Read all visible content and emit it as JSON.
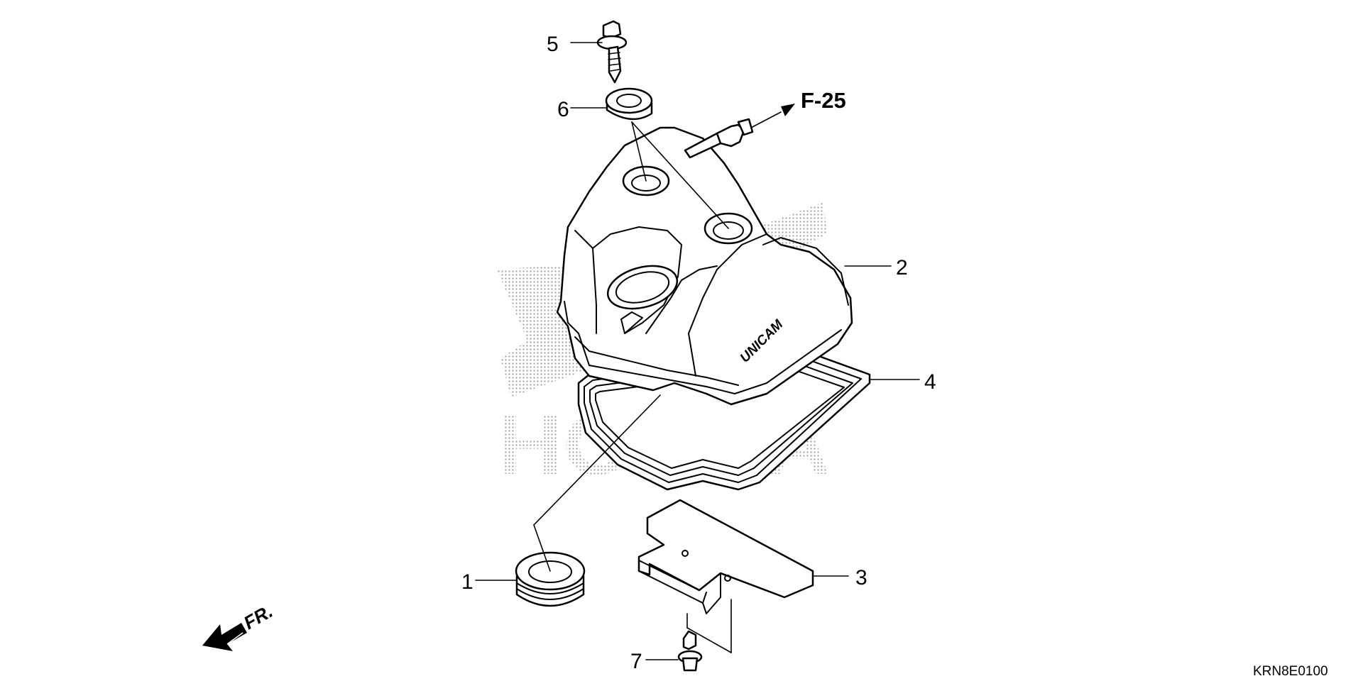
{
  "diagram": {
    "parts": [
      {
        "number": "1",
        "name": "grommet"
      },
      {
        "number": "2",
        "name": "cylinder head cover"
      },
      {
        "number": "3",
        "name": "plate"
      },
      {
        "number": "4",
        "name": "cover gasket"
      },
      {
        "number": "5",
        "name": "bolt"
      },
      {
        "number": "6",
        "name": "washer seal"
      },
      {
        "number": "7",
        "name": "bolt"
      }
    ],
    "cover_label": "UNICAM",
    "reference": "F-25",
    "front_label": "FR.",
    "diagram_code": "KRN8E0100",
    "watermark": "HONDA"
  }
}
